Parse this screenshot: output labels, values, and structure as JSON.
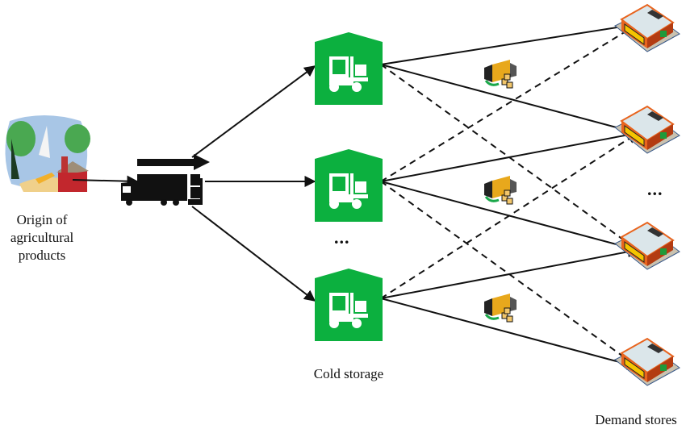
{
  "diagram": {
    "origin_label_lines": [
      "Origin of",
      "agricultural",
      "products"
    ],
    "cold_storage_label": "Cold storage",
    "demand_stores_label": "Demand stores",
    "ellipsis": "...",
    "nodes": {
      "origin": {
        "icon": "farm-landscape-icon"
      },
      "transport": {
        "icon": "truck-with-arrow-icon"
      },
      "cold_storages": [
        {
          "id": "cs1",
          "icon": "forklift-warehouse-icon"
        },
        {
          "id": "cs2",
          "icon": "forklift-warehouse-icon"
        },
        {
          "id": "cs3",
          "icon": "forklift-warehouse-icon"
        }
      ],
      "demand_stores": [
        {
          "id": "s1",
          "icon": "store-building-icon"
        },
        {
          "id": "s2",
          "icon": "store-building-icon"
        },
        {
          "id": "s3",
          "icon": "store-building-icon"
        },
        {
          "id": "s4",
          "icon": "store-building-icon"
        }
      ],
      "delivery_trucks": [
        {
          "icon": "delivery-truck-icon"
        },
        {
          "icon": "delivery-truck-icon"
        },
        {
          "icon": "delivery-truck-icon"
        }
      ]
    },
    "edges": {
      "solid": [
        [
          "cs1",
          "s1"
        ],
        [
          "cs1",
          "s2"
        ],
        [
          "cs2",
          "s2"
        ],
        [
          "cs2",
          "s3"
        ],
        [
          "cs3",
          "s3"
        ],
        [
          "cs3",
          "s4"
        ]
      ],
      "dashed": [
        [
          "cs1",
          "s3"
        ],
        [
          "cs2",
          "s1"
        ],
        [
          "cs2",
          "s4"
        ],
        [
          "cs3",
          "s2"
        ]
      ]
    },
    "colors": {
      "warehouse_green": "#0CB03F",
      "line": "#111111",
      "store_orange": "#E8641E",
      "truck_yellow": "#E8A81C"
    }
  }
}
